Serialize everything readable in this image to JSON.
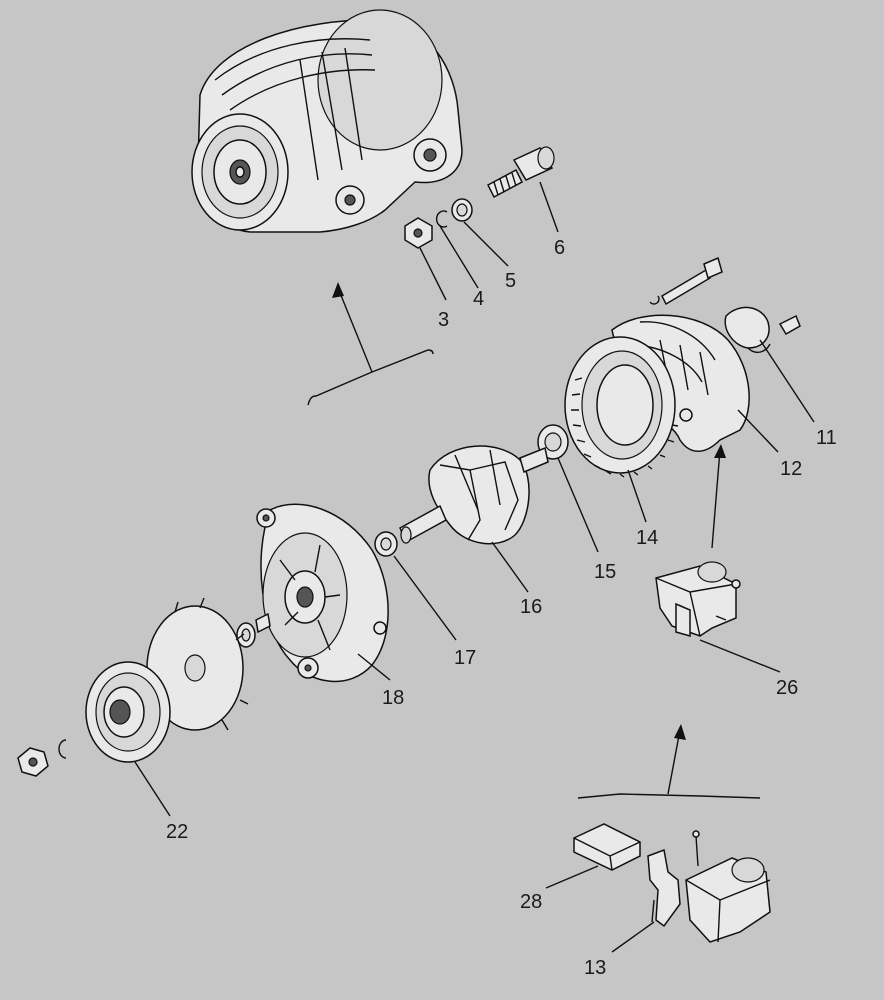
{
  "colors": {
    "background": "#c6c6c6",
    "line": "#111111",
    "part_fill": "#e9e9e9"
  },
  "callouts": {
    "p3": "3",
    "p4": "4",
    "p5": "5",
    "p6": "6",
    "p11": "11",
    "p12": "12",
    "p13": "13",
    "p14": "14",
    "p15": "15",
    "p16": "16",
    "p17": "17",
    "p18": "18",
    "p22": "22",
    "p26": "26",
    "p28": "28"
  }
}
